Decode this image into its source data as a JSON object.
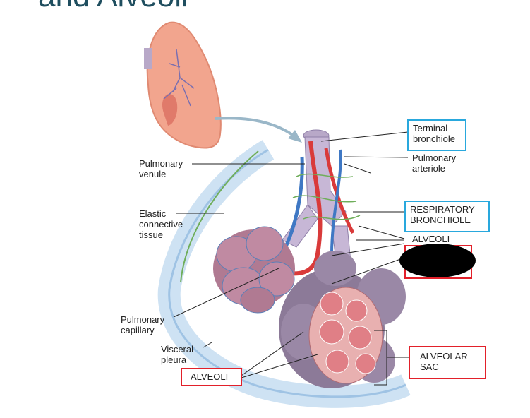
{
  "title": "and Alveoli",
  "labels": {
    "terminal_bronchiole": "Terminal\nbronchiole",
    "pulmonary_arteriole": "Pulmonary\narteriole",
    "respiratory_bronchiole": "RESPIRATORY\nBRONCHIOLE",
    "alveoli_upper": "ALVEOLI",
    "alveolar_sac": "ALVEOLAR\nSAC",
    "pulmonary_venule": "Pulmonary\nvenule",
    "elastic_connective_tissue": "Elastic\nconnective\ntissue",
    "pulmonary_capillary": "Pulmonary\ncapillary",
    "visceral_pleura": "Visceral\npleura",
    "alveoli_lower": "ALVEOLI"
  },
  "colors": {
    "blue_box": "#29a8dd",
    "red_box": "#e2202a",
    "lung": "#f2a58e",
    "artery": "#d93a3a",
    "vein": "#3f78c4",
    "pleura": "#a8c8e6",
    "alveolar_sac": "#8c7a98"
  }
}
